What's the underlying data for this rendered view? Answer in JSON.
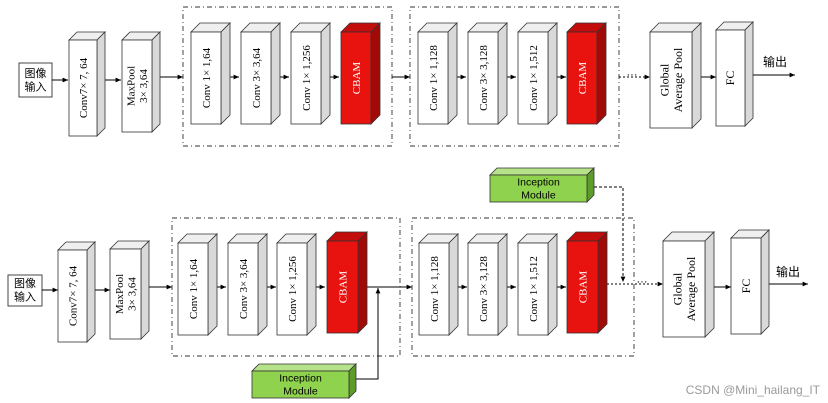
{
  "input_label": [
    "图像",
    "输入"
  ],
  "output_label": "输出",
  "layers": {
    "conv7": "Conv7× 7, 64",
    "maxpool": [
      "MaxPool",
      "3× 3,64"
    ],
    "cbam": "CBAM",
    "group1": [
      "Conv 1× 1,64",
      "Conv 3× 3,64",
      "Conv 1× 1,256"
    ],
    "group2": [
      "Conv 1× 1,128",
      "Conv 3× 3,128",
      "Conv 1× 1,512"
    ],
    "gap": [
      "Global",
      "Average Pool"
    ],
    "fc": "FC",
    "ellipsis": "···"
  },
  "inception": [
    "Inception",
    "Module"
  ],
  "colors": {
    "cbam_front": "#e8130f",
    "cbam_side": "#a20a08",
    "cbam_top": "#c30d0b",
    "inception_front": "#8fd24e",
    "inception_side": "#5d9c2b",
    "inception_top": "#b6e38a",
    "box_front": "#ffffff",
    "box_side": "#d9d9d9",
    "box_top": "#efefef"
  },
  "watermark": "CSDN @Mini_hailang_IT"
}
